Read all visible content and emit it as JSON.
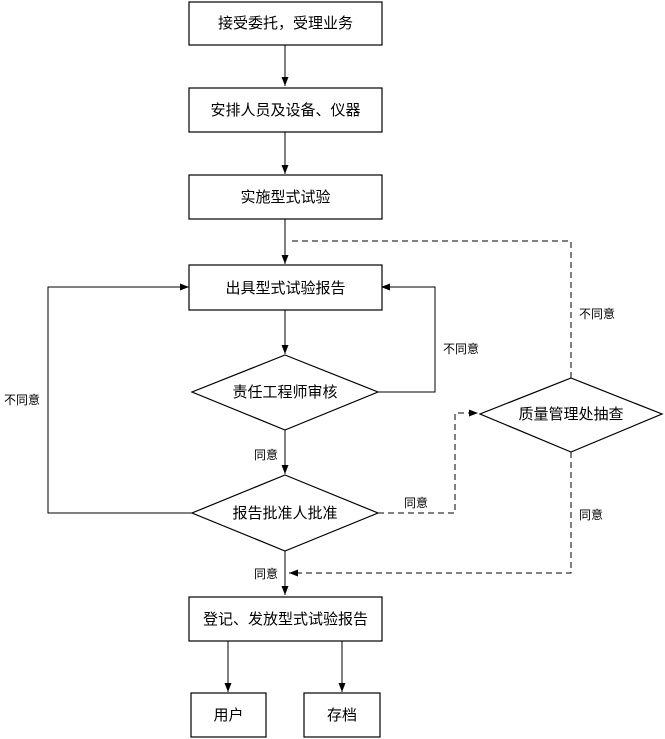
{
  "nodes": {
    "accept": "接受委托，受理业务",
    "arrange": "安排人员及设备、仪器",
    "perform": "实施型式试验",
    "issue": "出具型式试验报告",
    "engineer_review": "责任工程师审核",
    "approver": "报告批准人批准",
    "qa_check": "质量管理处抽查",
    "register": "登记、发放型式试验报告",
    "user": "用户",
    "archive": "存档"
  },
  "edges": {
    "agree_engineer": "同意",
    "disagree_engineer": "不同意",
    "disagree_approver": "不同意",
    "agree_approver_qa": "同意",
    "agree_approver": "同意",
    "disagree_qa": "不同意",
    "agree_qa": "同意"
  }
}
